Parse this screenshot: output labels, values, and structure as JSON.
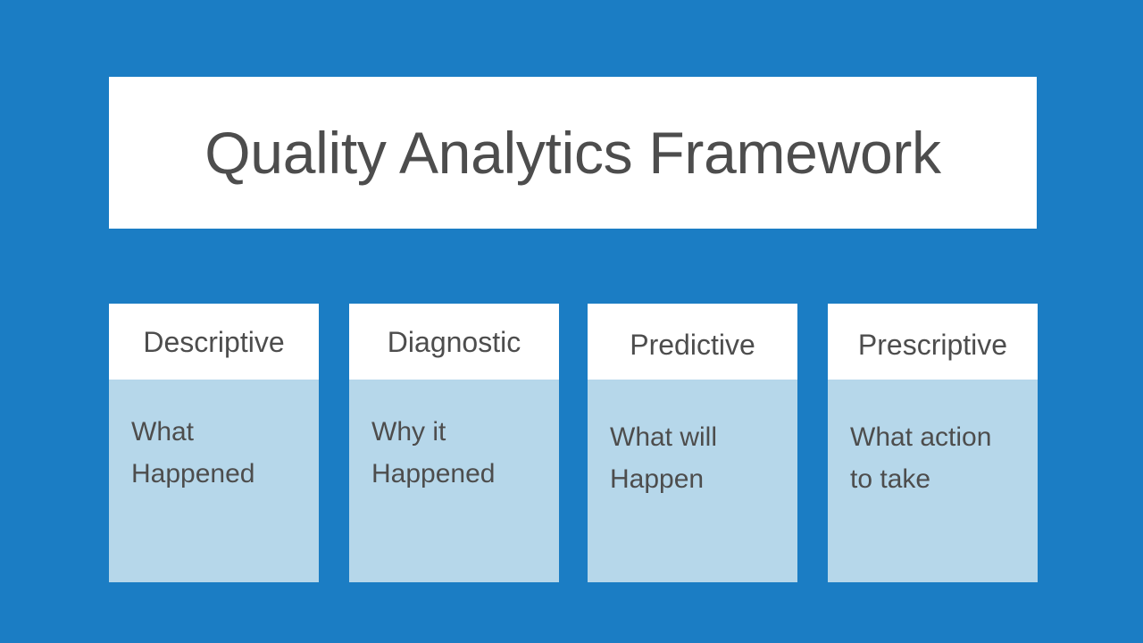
{
  "slide": {
    "background_color": "#1b7dc4",
    "text_color": "#4d4d4d",
    "panel_color": "#ffffff",
    "card_body_color": "#b6d7ea"
  },
  "title": {
    "text": "Quality Analytics Framework"
  },
  "cards": [
    {
      "header": "Descriptive",
      "body": "What\nHappened"
    },
    {
      "header": "Diagnostic",
      "body": "Why it\nHappened"
    },
    {
      "header": "Predictive",
      "body": "What will\nHappen"
    },
    {
      "header": "Prescriptive",
      "body": "What action\nto take"
    }
  ]
}
